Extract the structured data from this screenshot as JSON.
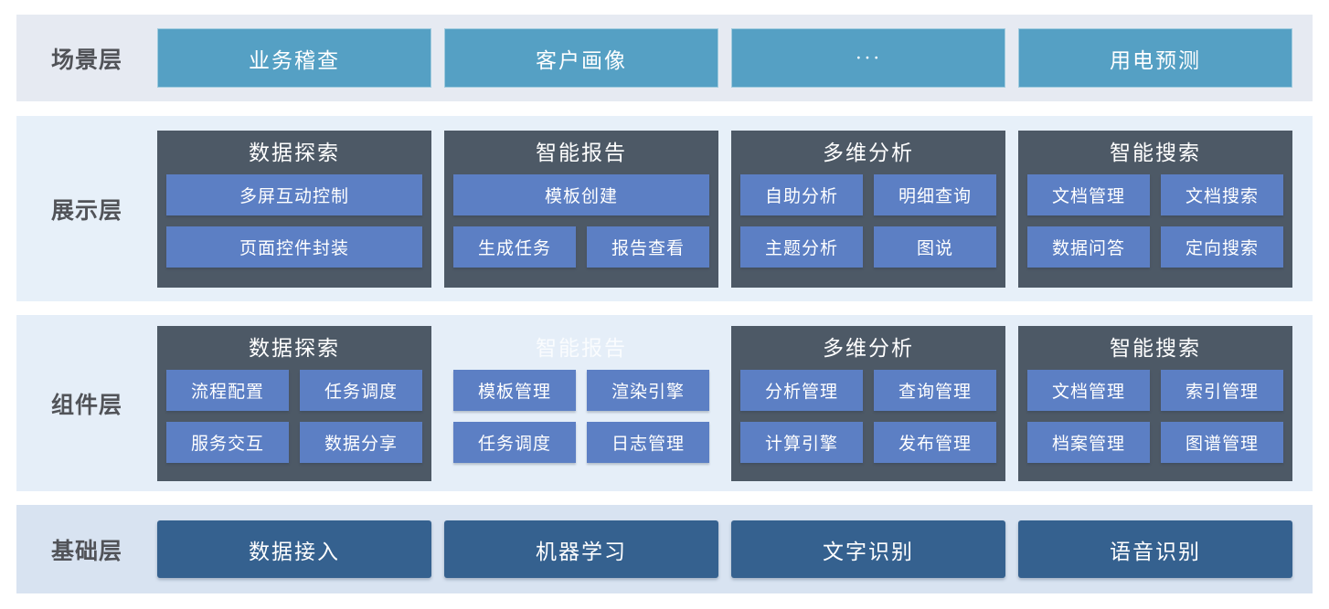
{
  "colors": {
    "scene_box": "#55a0c4",
    "group_background": "#4d5966",
    "item_blue": "#5c7fc4",
    "base_box": "#35618f",
    "band_scene": "#e6eaf2",
    "band_light_blue": "#e7f0f9",
    "band_base": "#d8e3f1",
    "label_text": "#515358",
    "box_text": "#ffffff"
  },
  "layers": {
    "scene": {
      "label": "场景层",
      "boxes": [
        "业务稽查",
        "客户画像",
        "···",
        "用电预测"
      ]
    },
    "presentation": {
      "label": "展示层",
      "groups": [
        {
          "title": "数据探索",
          "items": [
            {
              "text": "多屏互动控制",
              "wide": true
            },
            {
              "text": "页面控件封装",
              "wide": true
            }
          ]
        },
        {
          "title": "智能报告",
          "items": [
            {
              "text": "模板创建",
              "wide": true
            },
            {
              "text": "生成任务"
            },
            {
              "text": "报告查看"
            }
          ]
        },
        {
          "title": "多维分析",
          "items": [
            {
              "text": "自助分析"
            },
            {
              "text": "明细查询"
            },
            {
              "text": "主题分析"
            },
            {
              "text": "图说"
            }
          ]
        },
        {
          "title": "智能搜索",
          "items": [
            {
              "text": "文档管理"
            },
            {
              "text": "文档搜索"
            },
            {
              "text": "数据问答"
            },
            {
              "text": "定向搜索"
            }
          ]
        }
      ]
    },
    "component": {
      "label": "组件层",
      "groups": [
        {
          "title": "数据探索",
          "items": [
            {
              "text": "流程配置"
            },
            {
              "text": "任务调度"
            },
            {
              "text": "服务交互"
            },
            {
              "text": "数据分享"
            }
          ]
        },
        {
          "title": "智能报告",
          "ghost": true,
          "items": [
            {
              "text": "模板管理"
            },
            {
              "text": "渲染引擎"
            },
            {
              "text": "任务调度"
            },
            {
              "text": "日志管理"
            }
          ]
        },
        {
          "title": "多维分析",
          "items": [
            {
              "text": "分析管理"
            },
            {
              "text": "查询管理"
            },
            {
              "text": "计算引擎"
            },
            {
              "text": "发布管理"
            }
          ]
        },
        {
          "title": "智能搜索",
          "items": [
            {
              "text": "文档管理"
            },
            {
              "text": "索引管理"
            },
            {
              "text": "档案管理"
            },
            {
              "text": "图谱管理"
            }
          ]
        }
      ]
    },
    "base": {
      "label": "基础层",
      "boxes": [
        "数据接入",
        "机器学习",
        "文字识别",
        "语音识别"
      ]
    }
  }
}
